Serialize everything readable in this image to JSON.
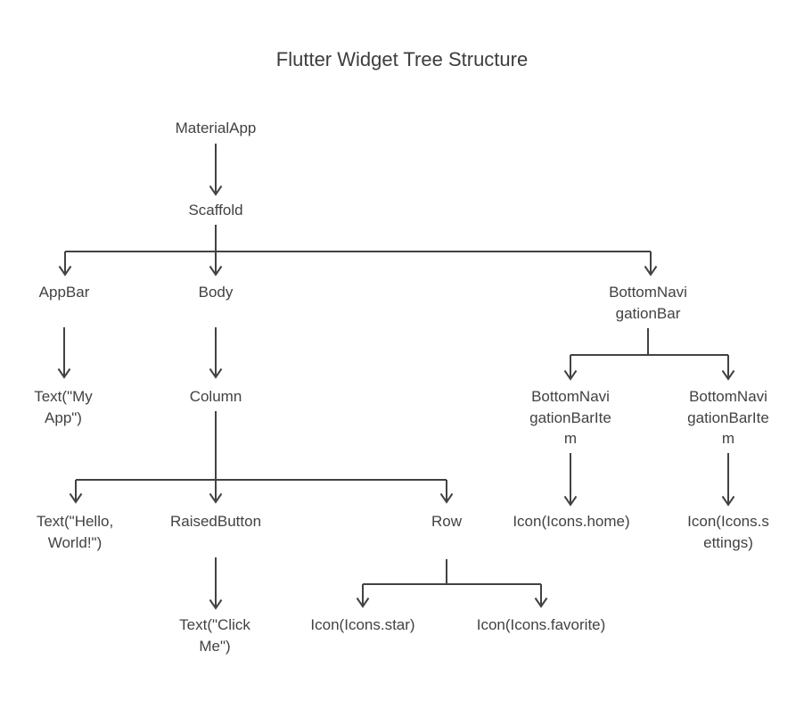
{
  "title": "Flutter Widget Tree Structure",
  "diagram": {
    "type": "tree",
    "colors": {
      "background": "#ffffff",
      "title_text": "#3d3d3d",
      "node_text": "#424242",
      "connector_line": "#424242"
    },
    "nodes": [
      {
        "id": "material-app",
        "label": "MaterialApp"
      },
      {
        "id": "scaffold",
        "label": "Scaffold"
      },
      {
        "id": "app-bar",
        "label": "AppBar"
      },
      {
        "id": "body",
        "label": "Body"
      },
      {
        "id": "bottom-navigation-bar",
        "label": "BottomNavi\ngationBar"
      },
      {
        "id": "text-my-app",
        "label": "Text(\"My\nApp\")"
      },
      {
        "id": "column",
        "label": "Column"
      },
      {
        "id": "bottom-navigation-bar-item-1",
        "label": "BottomNavi\ngationBarIte\nm"
      },
      {
        "id": "bottom-navigation-bar-item-2",
        "label": "BottomNavi\ngationBarIte\nm"
      },
      {
        "id": "text-hello-world",
        "label": "Text(\"Hello,\nWorld!\")"
      },
      {
        "id": "raised-button",
        "label": "RaisedButton"
      },
      {
        "id": "row",
        "label": "Row"
      },
      {
        "id": "icon-home",
        "label": "Icon(Icons.home)"
      },
      {
        "id": "icon-settings",
        "label": "Icon(Icons.s\nettings)"
      },
      {
        "id": "text-click-me",
        "label": "Text(\"Click\nMe\")"
      },
      {
        "id": "icon-star",
        "label": "Icon(Icons.star)"
      },
      {
        "id": "icon-favorite",
        "label": "Icon(Icons.favorite)"
      }
    ],
    "edges": [
      {
        "from": "material-app",
        "to": "scaffold"
      },
      {
        "from": "scaffold",
        "to": "app-bar"
      },
      {
        "from": "scaffold",
        "to": "body"
      },
      {
        "from": "scaffold",
        "to": "bottom-navigation-bar"
      },
      {
        "from": "app-bar",
        "to": "text-my-app"
      },
      {
        "from": "body",
        "to": "column"
      },
      {
        "from": "bottom-navigation-bar",
        "to": "bottom-navigation-bar-item-1"
      },
      {
        "from": "bottom-navigation-bar",
        "to": "bottom-navigation-bar-item-2"
      },
      {
        "from": "column",
        "to": "text-hello-world"
      },
      {
        "from": "column",
        "to": "raised-button"
      },
      {
        "from": "column",
        "to": "row"
      },
      {
        "from": "bottom-navigation-bar-item-1",
        "to": "icon-home"
      },
      {
        "from": "bottom-navigation-bar-item-2",
        "to": "icon-settings"
      },
      {
        "from": "raised-button",
        "to": "text-click-me"
      },
      {
        "from": "row",
        "to": "icon-star"
      },
      {
        "from": "row",
        "to": "icon-favorite"
      }
    ]
  }
}
